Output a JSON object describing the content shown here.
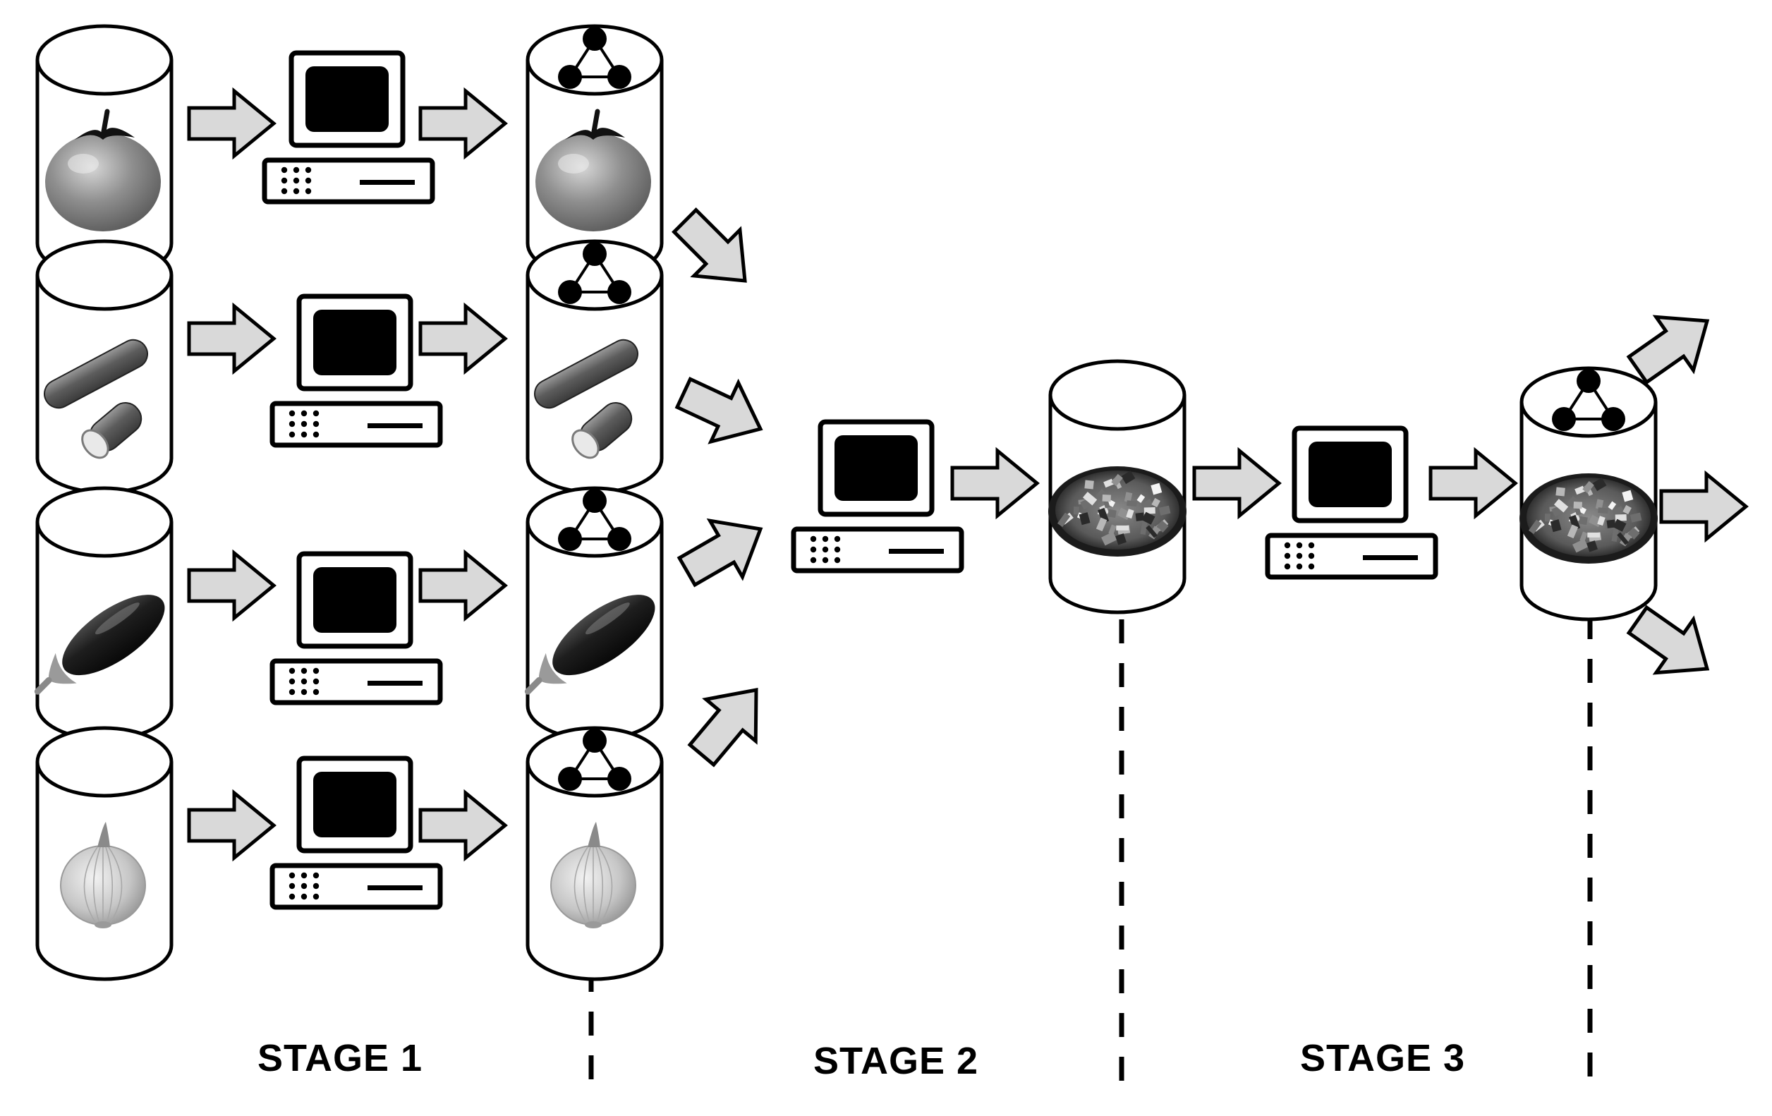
{
  "stages": [
    {
      "label": "STAGE 1"
    },
    {
      "label": "STAGE 2"
    },
    {
      "label": "STAGE 3"
    }
  ],
  "inputs": [
    {
      "item": "tomato"
    },
    {
      "item": "cucumber"
    },
    {
      "item": "eggplant"
    },
    {
      "item": "onion"
    }
  ],
  "merged_item": "mixed vegetable dish",
  "colors": {
    "line": "#000000",
    "arrow_fill": "#d9d9d9",
    "screen": "#000000",
    "background": "#ffffff"
  },
  "icons": [
    "database-cylinder-icon",
    "computer-icon",
    "graph-network-icon",
    "block-arrow-icon",
    "stage-divider-line"
  ]
}
